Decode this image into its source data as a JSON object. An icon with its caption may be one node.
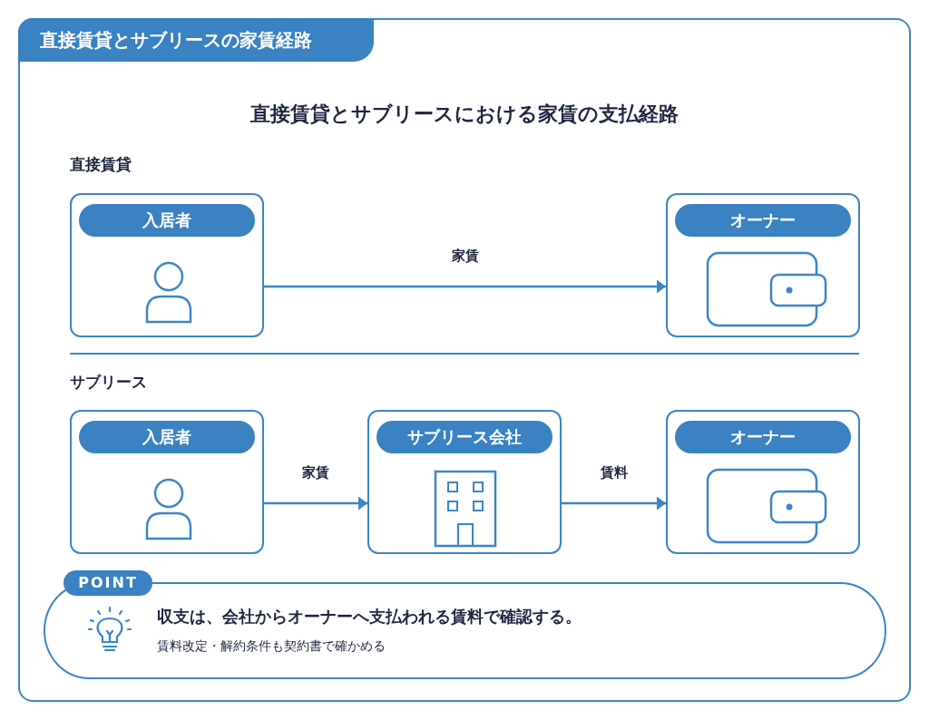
{
  "diagram": {
    "title": "直接賃貸とサブリースにおける家賃の支払経路",
    "nodes": [
      {
        "text": [
          "入居者"
        ]
      },
      {
        "text": [
          "オーナー"
        ]
      },
      {
        "text": [
          "入居者"
        ]
      },
      {
        "text": [
          "サブリース会社"
        ]
      },
      {
        "text": [
          "オーナー"
        ]
      },
      {
        "text": [
          "POINT",
          "収支は、会社からオーナーへ支払われる賃料で確認する。",
          "賃料改定・解約条件も契約書で確かめる"
        ]
      }
    ],
    "edges": [
      {
        "from": 0,
        "to": 1,
        "arrow": "to",
        "label": "家賃"
      },
      {
        "from": 2,
        "to": 3,
        "arrow": "to",
        "label": "家賃"
      },
      {
        "from": 3,
        "to": 4,
        "arrow": "to",
        "label": "賃料"
      }
    ],
    "labels": [
      "直接賃貸とサブリースの家賃経路",
      "直接賃貸",
      "サブリース"
    ]
  }
}
